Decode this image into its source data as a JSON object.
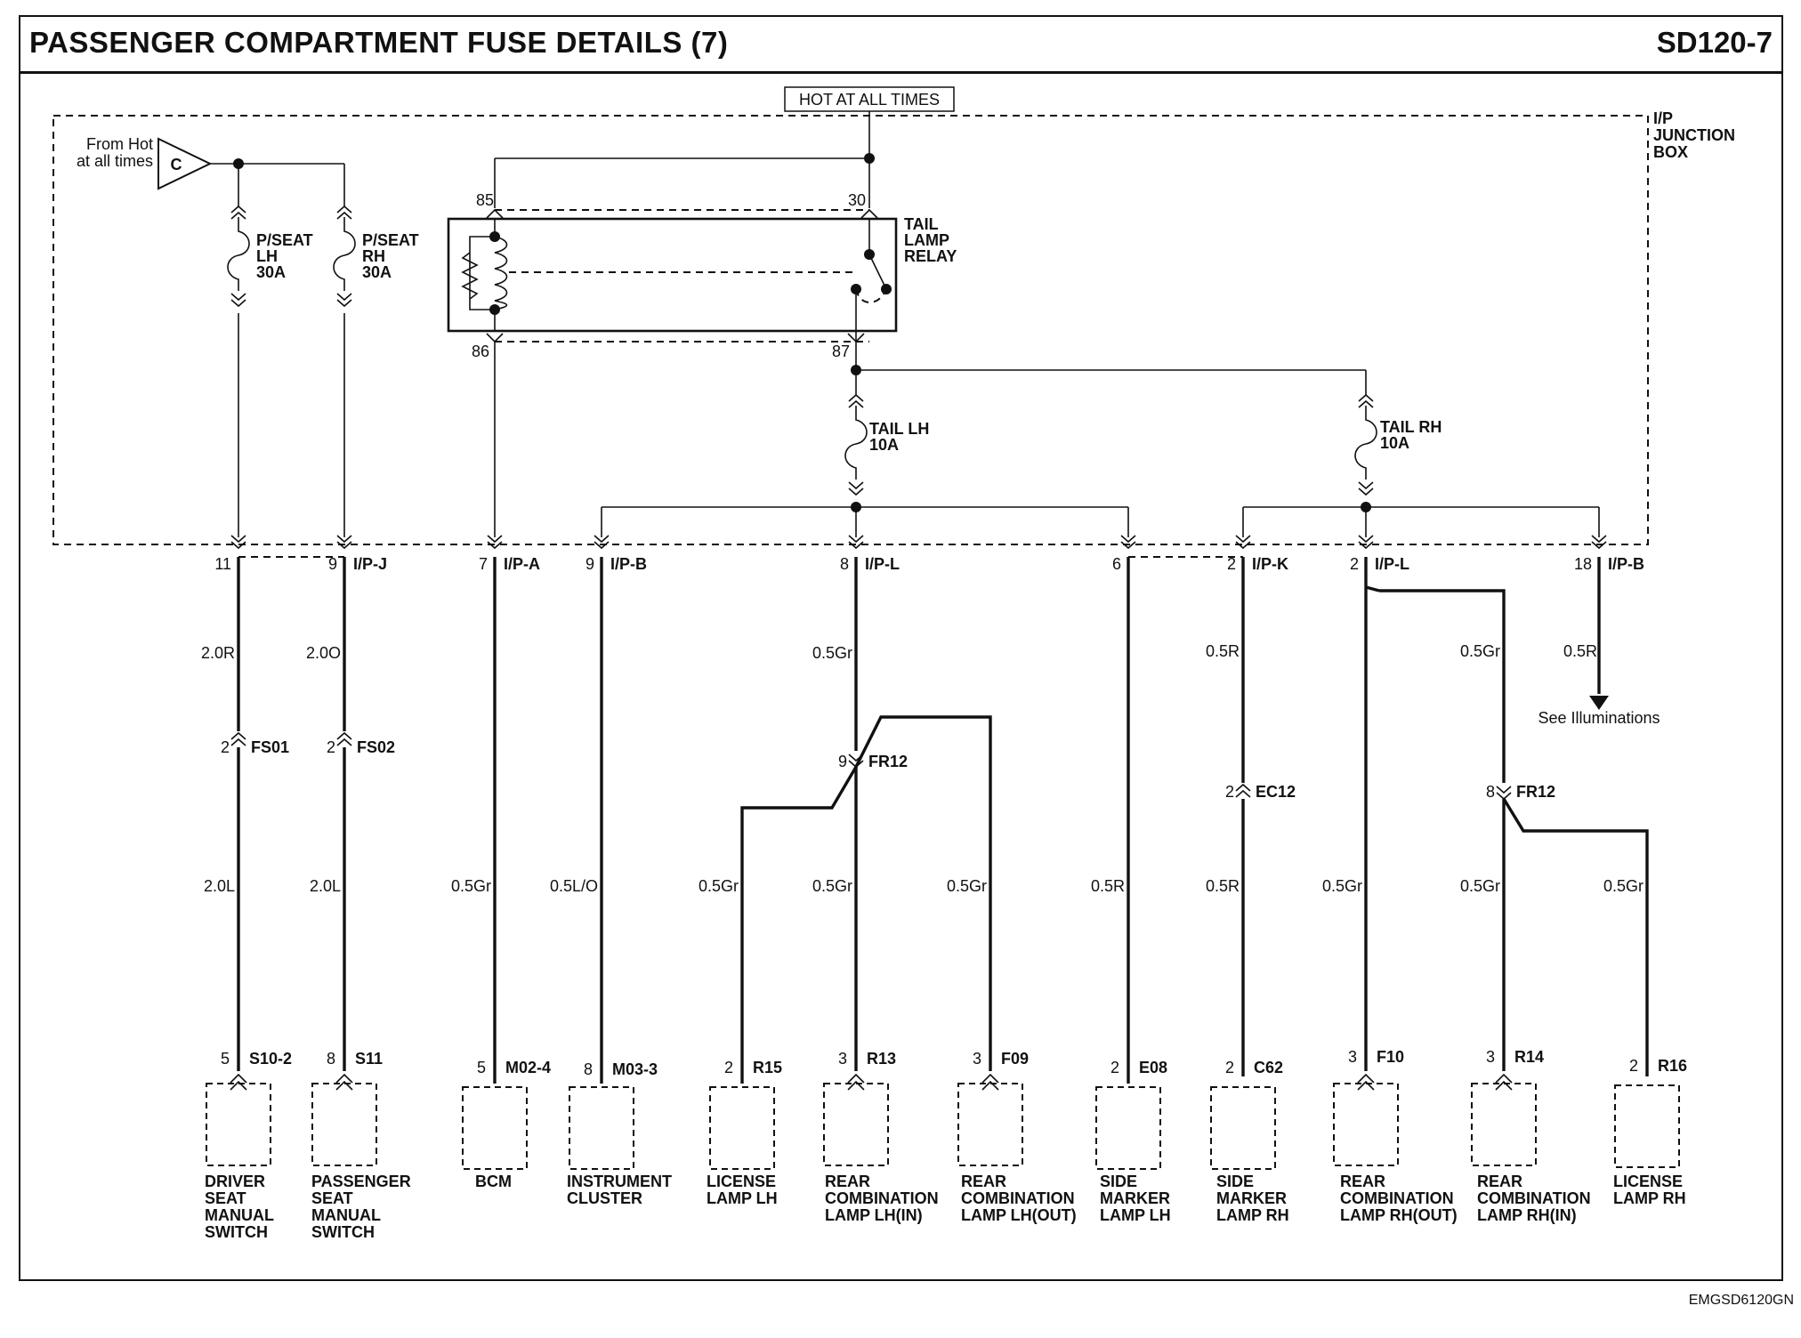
{
  "header": {
    "title": "PASSENGER COMPARTMENT FUSE DETAILS (7)",
    "doc_id": "SD120-7"
  },
  "footer": {
    "code": "EMGSD6120GN"
  },
  "hot_label": "HOT AT ALL TIMES",
  "junction_box": [
    "I/P",
    "JUNCTION",
    "BOX"
  ],
  "source": {
    "text": [
      "From Hot",
      "at all times"
    ],
    "connector": "C"
  },
  "relay": {
    "name": [
      "TAIL",
      "LAMP",
      "RELAY"
    ],
    "pins": [
      "85",
      "30",
      "86",
      "87"
    ]
  },
  "fuses": [
    {
      "name": [
        "P/SEAT",
        "LH",
        "30A"
      ]
    },
    {
      "name": [
        "P/SEAT",
        "RH",
        "30A"
      ]
    },
    {
      "name": [
        "TAIL LH",
        "10A"
      ]
    },
    {
      "name": [
        "TAIL RH",
        "10A"
      ]
    }
  ],
  "box_pins": [
    {
      "pin": "11",
      "conn": ""
    },
    {
      "pin": "9",
      "conn": "I/P-J"
    },
    {
      "pin": "7",
      "conn": "I/P-A"
    },
    {
      "pin": "9",
      "conn": "I/P-B"
    },
    {
      "pin": "8",
      "conn": "I/P-L"
    },
    {
      "pin": "6",
      "conn": ""
    },
    {
      "pin": "2",
      "conn": "I/P-K"
    },
    {
      "pin": "2",
      "conn": "I/P-L"
    },
    {
      "pin": "18",
      "conn": "I/P-B"
    }
  ],
  "inline_connectors": [
    {
      "pin": "2",
      "name": "FS01"
    },
    {
      "pin": "2",
      "name": "FS02"
    },
    {
      "pin": "9",
      "name": "FR12"
    },
    {
      "pin": "2",
      "name": "EC12"
    },
    {
      "pin": "8",
      "name": "FR12"
    }
  ],
  "wire_labels": {
    "upper": [
      "2.0R",
      "2.0O",
      "0.5Gr",
      "0.5R",
      "0.5Gr",
      "0.5R"
    ],
    "lower": [
      "2.0L",
      "2.0L",
      "0.5Gr",
      "0.5L/O",
      "0.5Gr",
      "0.5Gr",
      "0.5Gr",
      "0.5R",
      "0.5R",
      "0.5Gr",
      "0.5Gr",
      "0.5Gr"
    ]
  },
  "see_illuminations": "See Illuminations",
  "components": [
    {
      "pin": "5",
      "conn": "S10-2",
      "name": [
        "DRIVER",
        "SEAT",
        "MANUAL",
        "SWITCH"
      ]
    },
    {
      "pin": "8",
      "conn": "S11",
      "name": [
        "PASSENGER",
        "SEAT",
        "MANUAL",
        "SWITCH"
      ]
    },
    {
      "pin": "5",
      "conn": "M02-4",
      "name": [
        "BCM"
      ]
    },
    {
      "pin": "8",
      "conn": "M03-3",
      "name": [
        "INSTRUMENT",
        "CLUSTER"
      ]
    },
    {
      "pin": "2",
      "conn": "R15",
      "name": [
        "LICENSE",
        "LAMP LH"
      ]
    },
    {
      "pin": "3",
      "conn": "R13",
      "name": [
        "REAR",
        "COMBINATION",
        "LAMP LH(IN)"
      ]
    },
    {
      "pin": "3",
      "conn": "F09",
      "name": [
        "REAR",
        "COMBINATION",
        "LAMP LH(OUT)"
      ]
    },
    {
      "pin": "2",
      "conn": "E08",
      "name": [
        "SIDE",
        "MARKER",
        "LAMP LH"
      ]
    },
    {
      "pin": "2",
      "conn": "C62",
      "name": [
        "SIDE",
        "MARKER",
        "LAMP RH"
      ]
    },
    {
      "pin": "3",
      "conn": "F10",
      "name": [
        "REAR",
        "COMBINATION",
        "LAMP RH(OUT)"
      ]
    },
    {
      "pin": "3",
      "conn": "R14",
      "name": [
        "REAR",
        "COMBINATION",
        "LAMP RH(IN)"
      ]
    },
    {
      "pin": "2",
      "conn": "R16",
      "name": [
        "LICENSE",
        "LAMP RH"
      ]
    }
  ]
}
